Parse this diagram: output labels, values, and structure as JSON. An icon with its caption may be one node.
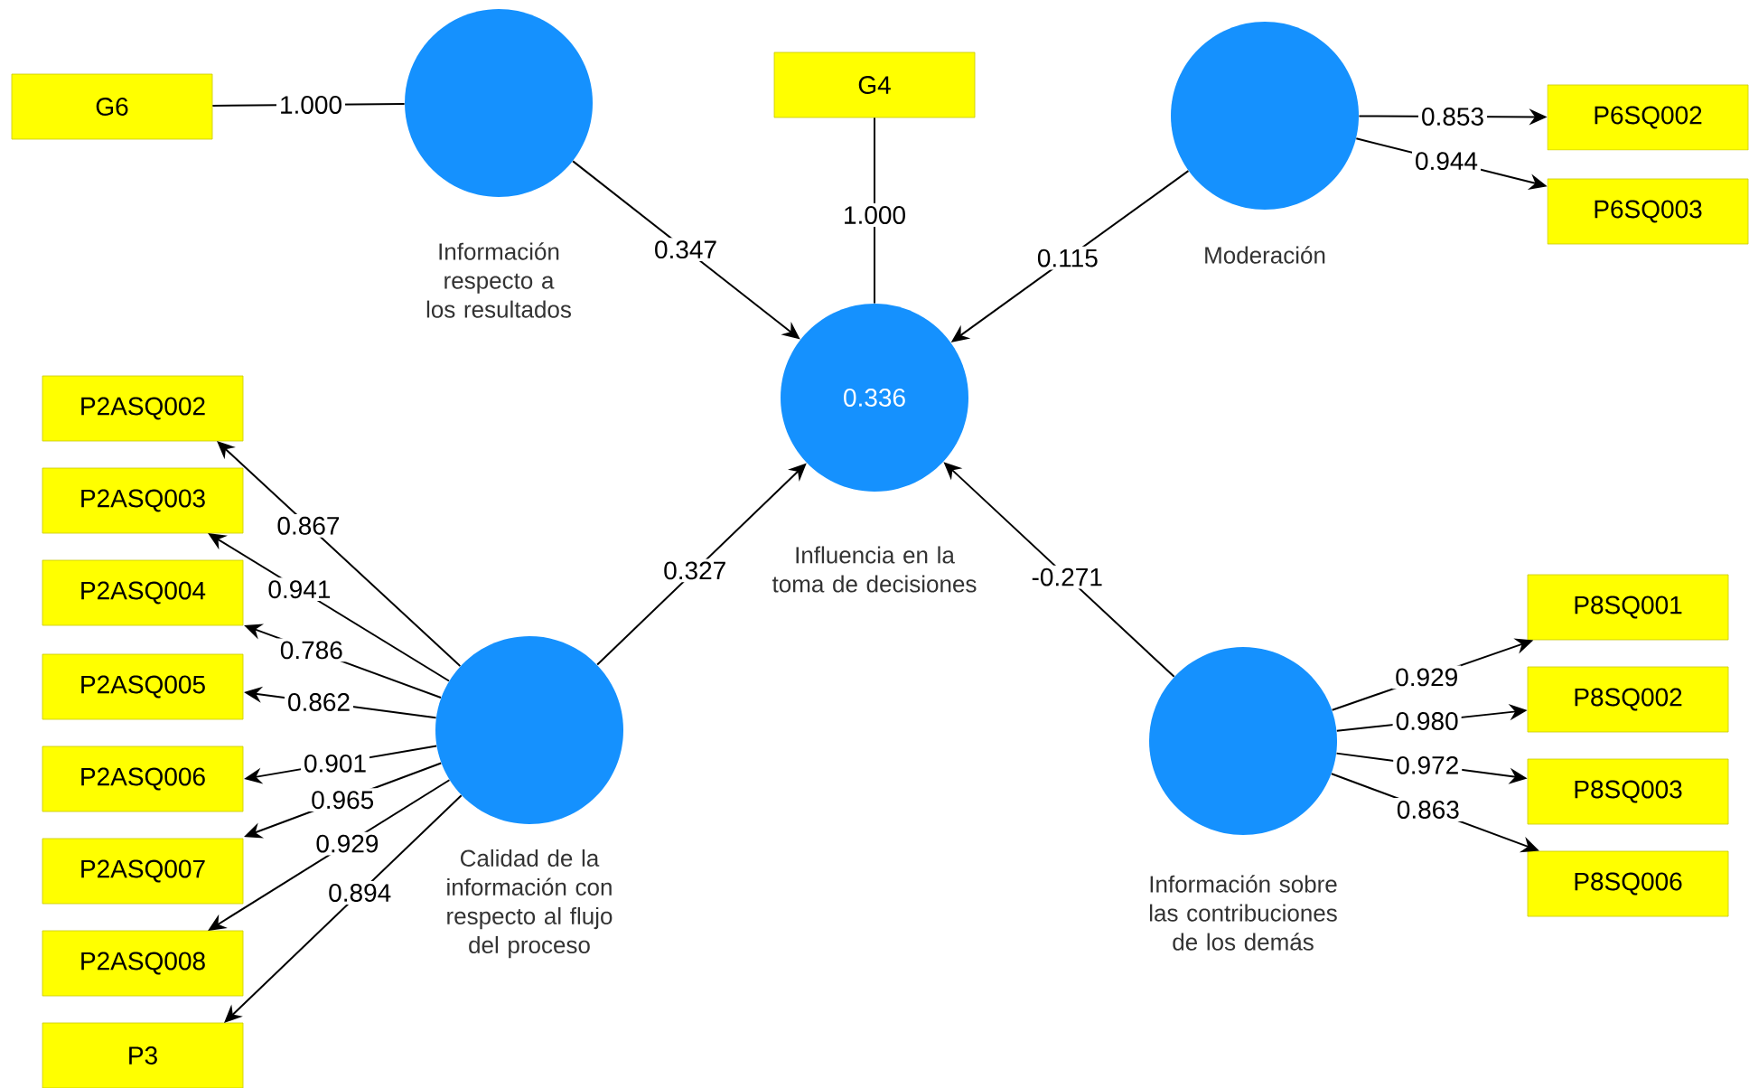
{
  "diagram": {
    "nodes": [
      {
        "text": [
          "G6"
        ]
      },
      {
        "text": [
          "Información respecto a los resultados"
        ]
      },
      {
        "text": [
          "G4"
        ]
      },
      {
        "text": [
          "0.336",
          "Influencia en la toma de decisiones"
        ]
      },
      {
        "text": [
          "Moderación"
        ]
      },
      {
        "text": [
          "P6SQ002"
        ]
      },
      {
        "text": [
          "P6SQ003"
        ]
      },
      {
        "text": [
          "P2ASQ002"
        ]
      },
      {
        "text": [
          "P2ASQ003"
        ]
      },
      {
        "text": [
          "P2ASQ004"
        ]
      },
      {
        "text": [
          "P2ASQ005"
        ]
      },
      {
        "text": [
          "P2ASQ006"
        ]
      },
      {
        "text": [
          "P2ASQ007"
        ]
      },
      {
        "text": [
          "P2ASQ008"
        ]
      },
      {
        "text": [
          "P3"
        ]
      },
      {
        "text": [
          "Calidad de la información con respecto al flujo del proceso"
        ]
      },
      {
        "text": [
          "Información sobre las contribuciones de los demás"
        ]
      },
      {
        "text": [
          "P8SQ001"
        ]
      },
      {
        "text": [
          "P8SQ002"
        ]
      },
      {
        "text": [
          "P8SQ003"
        ]
      },
      {
        "text": [
          "P8SQ006"
        ]
      }
    ],
    "edges": [
      {
        "from": 0,
        "to": 1,
        "arrow": "none",
        "label": "1.000"
      },
      {
        "from": 1,
        "to": 3,
        "arrow": "to",
        "label": "0.347"
      },
      {
        "from": 2,
        "to": 3,
        "arrow": "none",
        "label": "1.000"
      },
      {
        "from": 4,
        "to": 3,
        "arrow": "to",
        "label": "0.115"
      },
      {
        "from": 15,
        "to": 3,
        "arrow": "to",
        "label": "0.327"
      },
      {
        "from": 16,
        "to": 3,
        "arrow": "to",
        "label": "-0.271"
      },
      {
        "from": 4,
        "to": 5,
        "arrow": "to",
        "label": "0.853"
      },
      {
        "from": 4,
        "to": 6,
        "arrow": "to",
        "label": "0.944"
      },
      {
        "from": 15,
        "to": 7,
        "arrow": "to",
        "label": "0.867"
      },
      {
        "from": 15,
        "to": 8,
        "arrow": "to",
        "label": "0.941"
      },
      {
        "from": 15,
        "to": 9,
        "arrow": "to",
        "label": "0.786"
      },
      {
        "from": 15,
        "to": 10,
        "arrow": "to",
        "label": "0.862"
      },
      {
        "from": 15,
        "to": 11,
        "arrow": "to",
        "label": "0.901"
      },
      {
        "from": 15,
        "to": 12,
        "arrow": "to",
        "label": "0.965"
      },
      {
        "from": 15,
        "to": 13,
        "arrow": "to",
        "label": "0.929"
      },
      {
        "from": 15,
        "to": 14,
        "arrow": "to",
        "label": "0.894"
      },
      {
        "from": 16,
        "to": 17,
        "arrow": "to",
        "label": "0.929"
      },
      {
        "from": 16,
        "to": 18,
        "arrow": "to",
        "label": "0.980"
      },
      {
        "from": 16,
        "to": 19,
        "arrow": "to",
        "label": "0.972"
      },
      {
        "from": 16,
        "to": 20,
        "arrow": "to",
        "label": "0.863"
      }
    ]
  }
}
